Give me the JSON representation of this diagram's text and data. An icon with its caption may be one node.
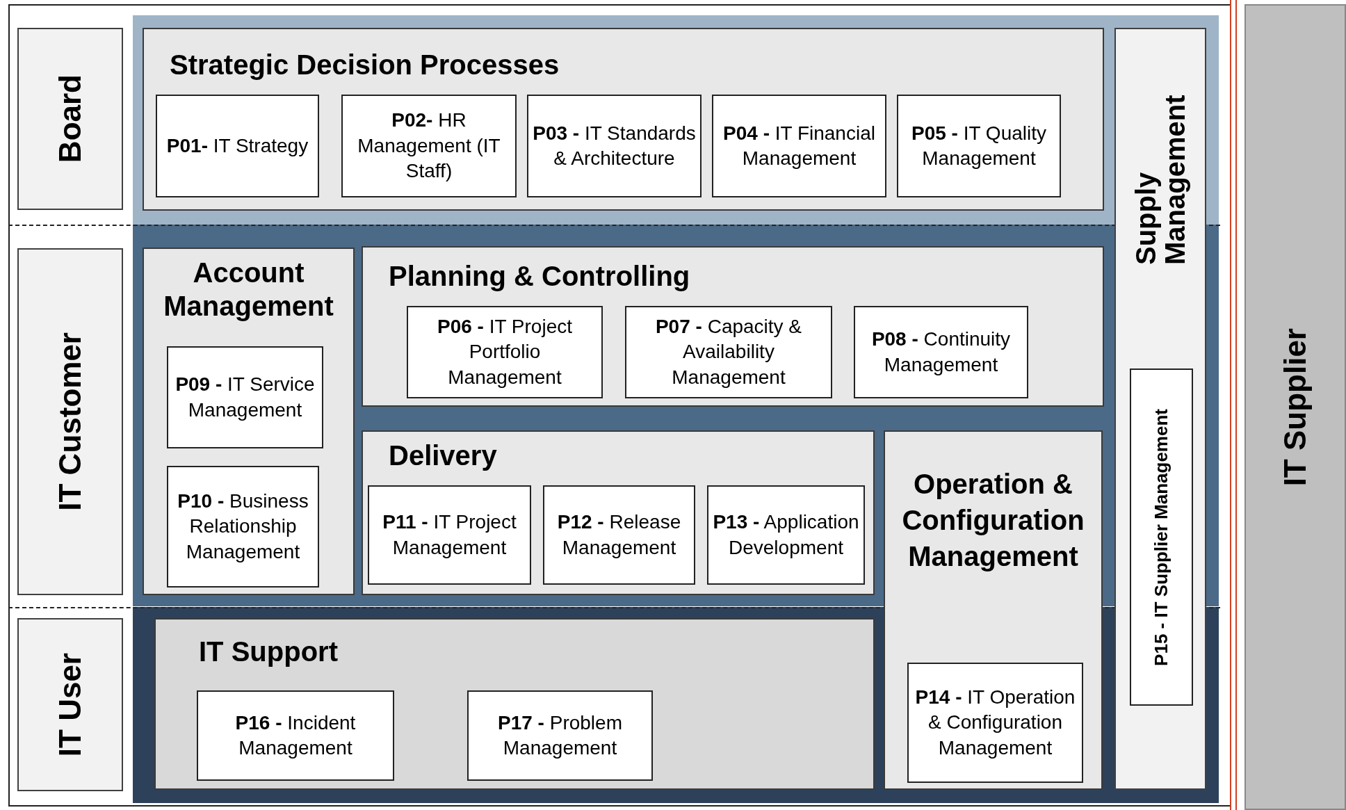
{
  "diagram": {
    "nodes": [
      {
        "text": [
          "Board"
        ]
      },
      {
        "text": [
          "IT Customer"
        ]
      },
      {
        "text": [
          "IT User"
        ]
      },
      {
        "text": [
          "Strategic Decision Processes"
        ]
      },
      {
        "text": [
          "**P01-** IT Strategy"
        ],
        "in": 3
      },
      {
        "text": [
          "**P02-** HR Management (IT Staff)"
        ],
        "in": 3
      },
      {
        "text": [
          "**P03 -** IT Standards & Architecture"
        ],
        "in": 3
      },
      {
        "text": [
          "**P04 -** IT Financial Management"
        ],
        "in": 3
      },
      {
        "text": [
          "**P05 -** IT Quality Management"
        ],
        "in": 3
      },
      {
        "text": [
          "Supply Management"
        ]
      },
      {
        "text": [
          "**P15 -** IT Supplier  Management"
        ],
        "in": 9
      },
      {
        "text": [
          "Account Management"
        ]
      },
      {
        "text": [
          "**P09 -** IT Service Management"
        ],
        "in": 11
      },
      {
        "text": [
          "**P10 -** Business Relationship Management"
        ],
        "in": 11
      },
      {
        "text": [
          "Planning & Controlling"
        ]
      },
      {
        "text": [
          "**P06 -** IT Project Portfolio Management"
        ],
        "in": 14
      },
      {
        "text": [
          "**P07 -** Capacity & Availability Management"
        ],
        "in": 14
      },
      {
        "text": [
          "**P08 -** Continuity Management"
        ],
        "in": 14
      },
      {
        "text": [
          "Delivery"
        ]
      },
      {
        "text": [
          "**P11 -** IT Project Management"
        ],
        "in": 18
      },
      {
        "text": [
          "**P12 -** Release Management"
        ],
        "in": 18
      },
      {
        "text": [
          "**P13 -** Application Development"
        ],
        "in": 18
      },
      {
        "text": [
          "Operation & Configuration Management"
        ]
      },
      {
        "text": [
          "**P14 -** IT Operation & Configuration Management"
        ],
        "in": 22
      },
      {
        "text": [
          "IT Support"
        ]
      },
      {
        "text": [
          "**P16 -** Incident Management"
        ],
        "in": 24
      },
      {
        "text": [
          "**P17 -** Problem Management"
        ],
        "in": 24
      },
      {
        "text": [
          "IT Supplier"
        ]
      }
    ]
  }
}
